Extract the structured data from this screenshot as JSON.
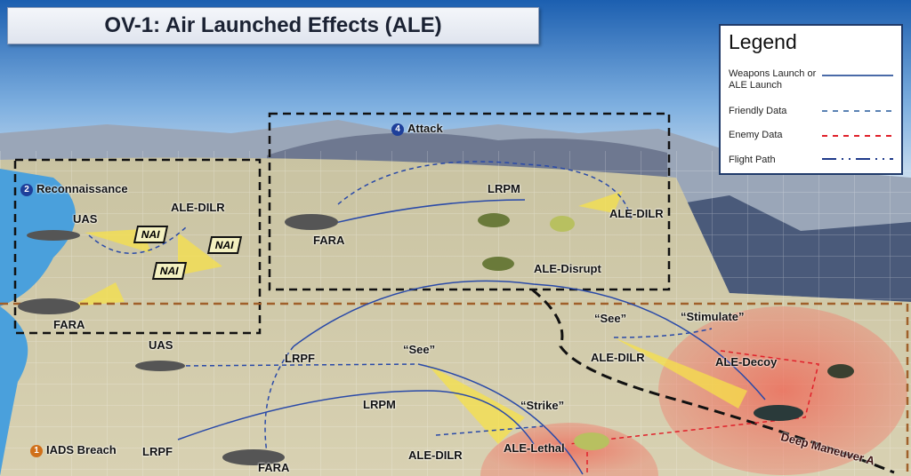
{
  "title": "OV-1: Air Launched Effects (ALE)",
  "legend": {
    "title": "Legend",
    "items": [
      {
        "label": "Weapons Launch or ALE Launch",
        "style": "solid",
        "color": "#4a6aa8"
      },
      {
        "label": "Friendly Data",
        "style": "dashed",
        "color": "#5a82b4"
      },
      {
        "label": "Enemy Data",
        "style": "dashed",
        "color": "#e0202a"
      },
      {
        "label": "Flight Path",
        "style": "dash-dot-dot",
        "color": "#1f3a8a"
      }
    ]
  },
  "phases": {
    "attack": {
      "number": "4",
      "label": "Attack"
    },
    "recon": {
      "number": "2",
      "label": "Reconnaissance"
    },
    "breach": {
      "number": "1",
      "label": "IADS Breach"
    }
  },
  "labels": {
    "recon_uas": "UAS",
    "recon_ale_dilr": "ALE-DILR",
    "nai1": "NAI",
    "nai2": "NAI",
    "nai3": "NAI",
    "recon_fara": "FARA",
    "attack_fara": "FARA",
    "attack_lrpm": "LRPM",
    "attack_ale_dilr": "ALE-DILR",
    "attack_ale_disrupt": "ALE-Disrupt",
    "see1": "“See”",
    "stimulate": "“Stimulate”",
    "deep_ale_dilr": "ALE-DILR",
    "ale_decoy": "ALE-Decoy",
    "breach_uas": "UAS",
    "lrpf1": "LRPF",
    "see2": "“See”",
    "lrpm2": "LRPM",
    "strike": "“Strike”",
    "ale_lethal": "ALE-Lethal",
    "breach_ale_dilr": "ALE-DILR",
    "lrpf2": "LRPF",
    "breach_fara": "FARA",
    "deep_maneuver": "Deep Maneuver A"
  },
  "colors": {
    "phase_number": "#1e3f9a",
    "phase_number_breach": "#d0701a",
    "enemy_zone": "#f08070",
    "sensor_cone": "#f5e04a",
    "boundary": "#a0602a"
  }
}
